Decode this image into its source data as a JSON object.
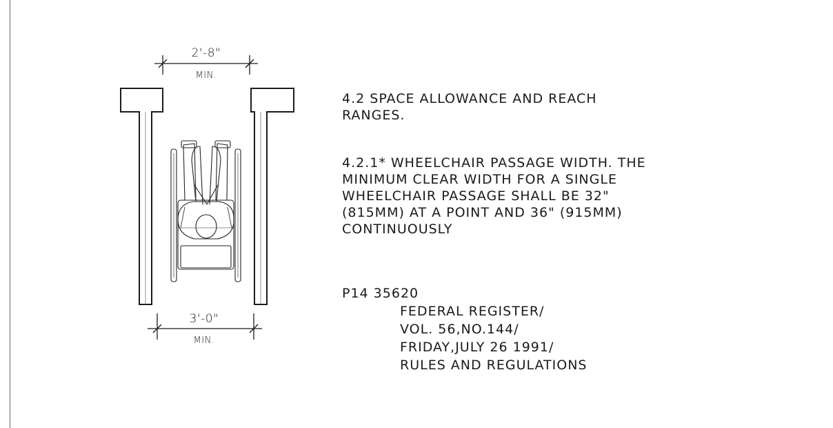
{
  "diagram": {
    "top_dimension": {
      "value": "2'-8\"",
      "qualifier": "MIN."
    },
    "bottom_dimension": {
      "value": "3'-0\"",
      "qualifier": "MIN."
    }
  },
  "text": {
    "heading": [
      "4.2 SPACE ALLOWANCE AND REACH",
      "RANGES."
    ],
    "paragraph": [
      "4.2.1* WHEELCHAIR PASSAGE WIDTH. THE",
      "MINIMUM CLEAR WIDTH FOR A SINGLE",
      "WHEELCHAIR PASSAGE SHALL BE 32\"",
      "(815MM) AT A POINT AND 36\" (915MM)",
      "CONTINUOUSLY"
    ],
    "reference": {
      "page": "P14  35620",
      "lines": [
        "FEDERAL REGISTER/",
        "VOL. 56,NO.144/",
        "FRIDAY,JULY 26 1991/",
        "RULES AND REGULATIONS"
      ]
    }
  }
}
